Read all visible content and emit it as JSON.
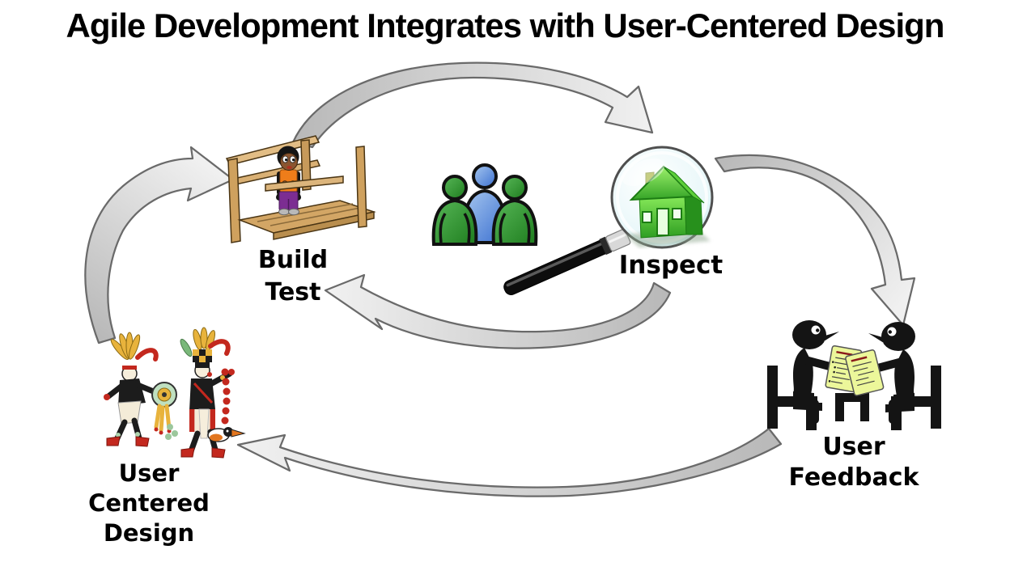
{
  "title": "Agile Development Integrates with User-Centered Design",
  "diagram": {
    "type": "cycle-diagram",
    "nodes": [
      {
        "id": "build-test",
        "icon": "wood-scaffold-builder-icon",
        "label_lines": [
          "Build",
          "Test"
        ]
      },
      {
        "id": "inspect",
        "icon": "magnifier-over-house-icon",
        "label_lines": [
          "Inspect"
        ]
      },
      {
        "id": "team",
        "icon": "three-people-icon",
        "label_lines": []
      },
      {
        "id": "user-feedback",
        "icon": "two-seated-reviewers-icon",
        "label_lines": [
          "User",
          "Feedback"
        ]
      },
      {
        "id": "user-centered-design",
        "icon": "aztec-codex-figures-icon",
        "label_lines": [
          "User",
          "Centered",
          "Design"
        ]
      }
    ],
    "edges": [
      {
        "from": "build-test",
        "to": "inspect",
        "style": "curved-swoosh-arrow"
      },
      {
        "from": "inspect",
        "to": "user-feedback",
        "style": "curved-swoosh-arrow"
      },
      {
        "from": "user-feedback",
        "to": "user-centered-design",
        "style": "curved-swoosh-arrow"
      },
      {
        "from": "user-centered-design",
        "to": "build-test",
        "style": "curved-swoosh-arrow"
      },
      {
        "from": "inspect",
        "to": "build-test",
        "style": "curved-swoosh-arrow"
      }
    ]
  },
  "colors": {
    "background": "#ffffff",
    "title_text": "#000000",
    "label_text": "#000000",
    "arrow_fill_light": "#efefef",
    "arrow_fill_dark": "#b9b9b9",
    "arrow_outline": "#6a6a6a",
    "wood": "#d3a665",
    "people_green": "#2e8b2e",
    "people_blue": "#4a7fd6",
    "house_green": "#3fbf2a",
    "lens_tint": "#d5f0f4",
    "paper_yellow_green": "#ecf79a",
    "silhouette_black": "#141414",
    "codex_red": "#c3281e",
    "codex_gold": "#e8b33c",
    "codex_jade": "#aed4ae"
  }
}
